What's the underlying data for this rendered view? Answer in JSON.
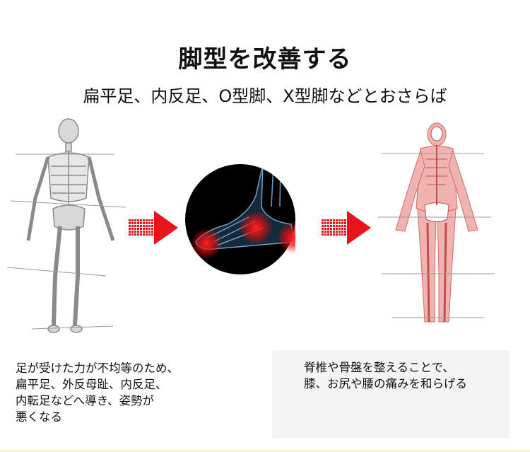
{
  "title": "脚型を改善する",
  "subtitle": "扁平足、内反足、O型脚、X型脚などとおさらば",
  "left_caption": {
    "lines": [
      "足が受けた力が不均等のため、",
      "扁平足、外反母趾、内反足、",
      "内転足などへ導き、姿勢が",
      "悪くなる"
    ]
  },
  "right_caption": {
    "lines": [
      "脊椎や骨盤を整えることで、",
      "膝、お尻や腰の痛みを和らげる"
    ]
  },
  "colors": {
    "arrow": "#e8141c",
    "skeleton_right": "#e8918f",
    "skeleton_left": "#9a9a9a"
  },
  "icons": [
    "skeleton-misaligned",
    "arrow-right",
    "foot-xray-pain",
    "arrow-right",
    "skeleton-aligned"
  ]
}
